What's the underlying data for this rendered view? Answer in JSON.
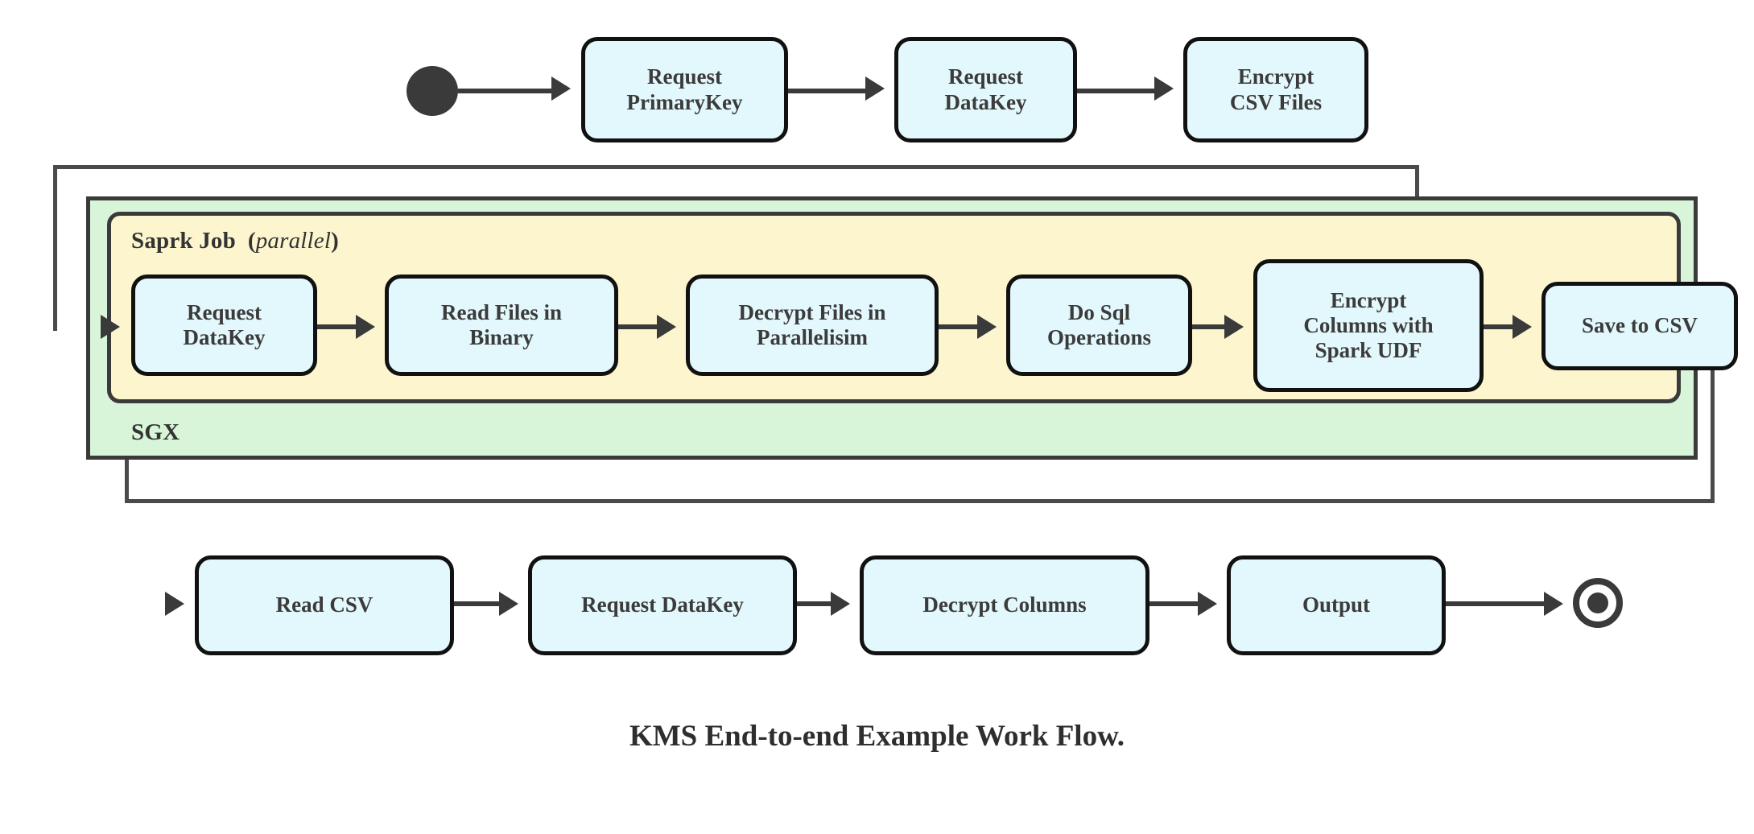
{
  "diagram": {
    "caption": "KMS End-to-end Example Work Flow.",
    "colors": {
      "node_fill": "#e3f8fc",
      "node_border": "#111111",
      "sgx_fill": "#d9f5d9",
      "spark_fill": "#fcf5ce",
      "line": "#3a3a3a",
      "text": "#333333",
      "background": "#ffffff"
    },
    "containers": [
      {
        "id": "sgx",
        "label": "SGX",
        "label_position": "bottom-left",
        "fill": "#d9f5d9"
      },
      {
        "id": "spark",
        "label_bold": "Saprk Job",
        "label_italic_open": "(",
        "label_italic": "parallel",
        "label_italic_close": ")",
        "fill": "#fcf5ce"
      }
    ],
    "terminators": [
      {
        "id": "start",
        "type": "start-node",
        "shape": "filled-circle"
      },
      {
        "id": "end",
        "type": "end-node",
        "shape": "ring-with-dot"
      }
    ],
    "rows": {
      "top": {
        "nodes": [
          {
            "id": "request-primarykey",
            "lines": [
              "Request",
              "PrimaryKey"
            ]
          },
          {
            "id": "request-datakey-top",
            "lines": [
              "Request",
              "DataKey"
            ]
          },
          {
            "id": "encrypt-csv-files",
            "lines": [
              "Encrypt",
              "CSV Files"
            ]
          }
        ]
      },
      "spark": {
        "nodes": [
          {
            "id": "request-datakey-spark",
            "lines": [
              "Request",
              "DataKey"
            ]
          },
          {
            "id": "read-files-in-binary",
            "lines": [
              "Read Files in",
              "Binary"
            ]
          },
          {
            "id": "decrypt-files-in-parallelisim",
            "lines": [
              "Decrypt Files in",
              "Parallelisim"
            ]
          },
          {
            "id": "do-sql-operations",
            "lines": [
              "Do Sql",
              "Operations"
            ]
          },
          {
            "id": "encrypt-columns-with-spark-udf",
            "lines": [
              "Encrypt",
              "Columns with",
              "Spark UDF"
            ]
          },
          {
            "id": "save-to-csv",
            "lines": [
              "Save to CSV"
            ]
          }
        ]
      },
      "bottom": {
        "nodes": [
          {
            "id": "read-csv",
            "lines": [
              "Read CSV"
            ]
          },
          {
            "id": "request-datakey-bottom",
            "lines": [
              "Request DataKey"
            ]
          },
          {
            "id": "decrypt-columns",
            "lines": [
              "Decrypt Columns"
            ]
          },
          {
            "id": "output",
            "lines": [
              "Output"
            ]
          }
        ]
      }
    },
    "flow_sequence": [
      "start",
      "Request PrimaryKey",
      "Request DataKey",
      "Encrypt CSV Files",
      "Request DataKey",
      "Read Files in Binary",
      "Decrypt Files in Parallelisim",
      "Do Sql Operations",
      "Encrypt Columns with Spark UDF",
      "Save to CSV",
      "Read CSV",
      "Request DataKey",
      "Decrypt Columns",
      "Output",
      "end"
    ]
  }
}
